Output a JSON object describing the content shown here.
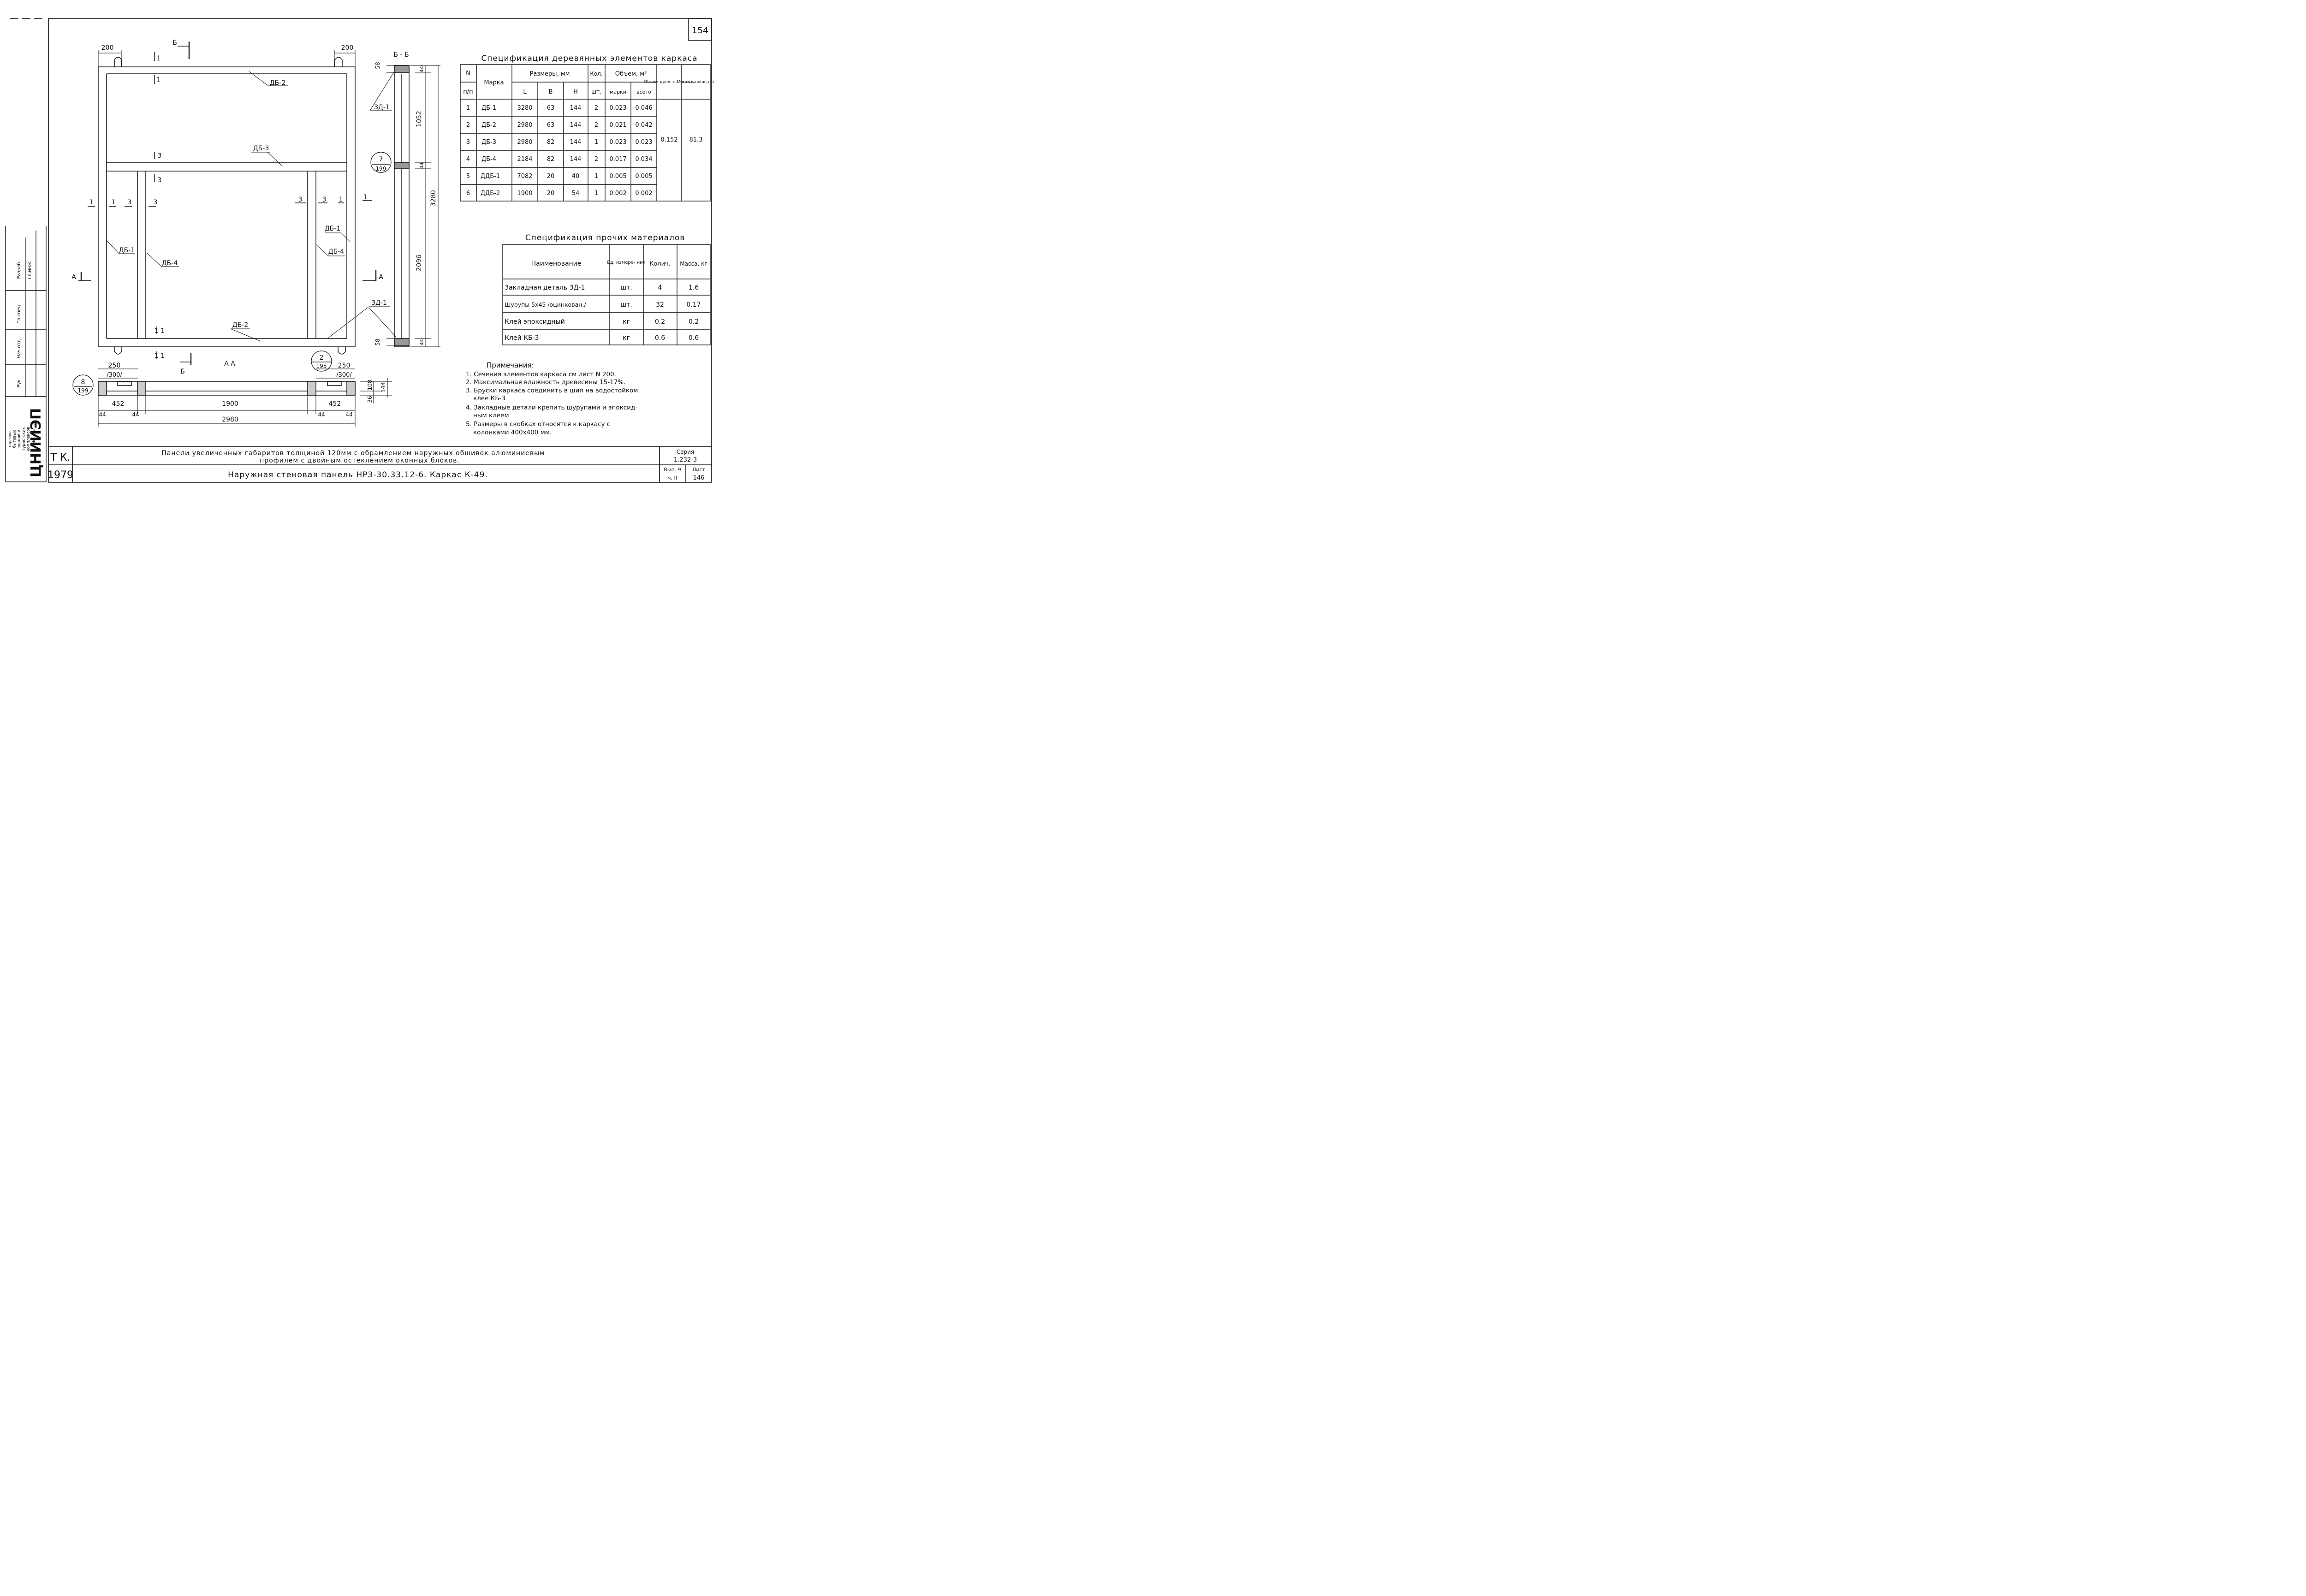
{
  "sheet_no": "154",
  "drawing": {
    "dims": {
      "d200_left": "200",
      "d200_right": "200",
      "d250_left": "250",
      "d300_left": "/300/",
      "d250_right": "250",
      "d300_right": "/300/",
      "d452_left": "452",
      "d1900": "1900",
      "d452_right": "452",
      "d44_a": "44",
      "d44_b": "44",
      "d44_c": "44",
      "d44_d": "44",
      "d2980": "2980",
      "d108": "108",
      "d144": "144",
      "d36": "36",
      "d58_top": "58",
      "d58_bot": "58",
      "d44_top": "44",
      "d44_mid": "44",
      "d44_bot": "44",
      "d1052": "1052",
      "d3280": "3280",
      "d2096": "2096"
    },
    "labels": {
      "db2_top": "ДБ-2",
      "db3": "ДБ-3",
      "db1_left": "ДБ-1",
      "db4_left": "ДБ-4",
      "db1_right": "ДБ-1",
      "db4_right": "ДБ-4",
      "db2_bottom": "ДБ-2",
      "zd1_top": "ЗД-1",
      "zd1_bottom": "ЗД-1",
      "sec_b_top": "Б",
      "sec_b_bottom": "Б",
      "sec_bb": "Б - Б",
      "sec_aa": "А  А",
      "sec_a_left": "А",
      "sec_a_right": "А",
      "m1a": "1",
      "m1b": "1",
      "m3a": "3",
      "m3b": "3",
      "m1c": "1",
      "m1d": "1",
      "m3c": "3",
      "m3d": "3",
      "m3e": "3",
      "m3f": "3",
      "m1e": "1",
      "m1f": "1",
      "m11a": "1 1",
      "m11b": "1 1",
      "callout_7": "7",
      "callout_199a": "199",
      "callout_2": "2",
      "callout_195": "195",
      "callout_8": "8",
      "callout_199b": "199"
    }
  },
  "wood_spec": {
    "title": "Спецификация деревянных элементов каркаса",
    "h_no": "N",
    "h_pp": "п/п",
    "h_mark": "Марка",
    "h_size": "Размеры, мм",
    "h_L": "L",
    "h_B": "В",
    "h_H": "Н",
    "h_qty": "Кол.",
    "h_qty_unit": "шт.",
    "h_vol": "Объем, м³",
    "h_vol_mark": "марки",
    "h_vol_total": "всего",
    "h_vol_frame": "Объем древ. на каркас",
    "h_mass": "Масса каркаса кг",
    "rows": [
      {
        "n": "1",
        "mark": "ДБ-1",
        "L": "3280",
        "B": "63",
        "H": "144",
        "qty": "2",
        "v": "0.023",
        "vt": "0.046"
      },
      {
        "n": "2",
        "mark": "ДБ-2",
        "L": "2980",
        "B": "63",
        "H": "144",
        "qty": "2",
        "v": "0.021",
        "vt": "0.042"
      },
      {
        "n": "3",
        "mark": "ДБ-3",
        "L": "2980",
        "B": "82",
        "H": "144",
        "qty": "1",
        "v": "0.023",
        "vt": "0.023"
      },
      {
        "n": "4",
        "mark": "ДБ-4",
        "L": "2184",
        "B": "82",
        "H": "144",
        "qty": "2",
        "v": "0.017",
        "vt": "0.034"
      },
      {
        "n": "5",
        "mark": "ДДБ-1",
        "L": "7082",
        "B": "20",
        "H": "40",
        "qty": "1",
        "v": "0.005",
        "vt": "0.005"
      },
      {
        "n": "6",
        "mark": "ДДБ-2",
        "L": "1900",
        "B": "20",
        "H": "54",
        "qty": "1",
        "v": "0.002",
        "vt": "0.002"
      }
    ],
    "frame_volume": "0.152",
    "frame_mass": "81.3"
  },
  "other_spec": {
    "title": "Спецификация прочих материалов",
    "h_name": "Наименование",
    "h_unit": "Ед. измере- ния",
    "h_qty": "Колич.",
    "h_mass": "Масса, кг",
    "rows": [
      {
        "name": "Закладная деталь ЗД-1",
        "unit": "шт.",
        "qty": "4",
        "mass": "1.6"
      },
      {
        "name": "Шурупы 5х45 /оцинкован./",
        "unit": "шт.",
        "qty": "32",
        "mass": "0.17"
      },
      {
        "name": "Клей эпоксидный",
        "unit": "кг",
        "qty": "0.2",
        "mass": "0.2"
      },
      {
        "name": "Клей КБ-3",
        "unit": "кг",
        "qty": "0.6",
        "mass": "0.6"
      }
    ]
  },
  "notes": {
    "heading": "Примечания:",
    "items": [
      "1. Сечения элементов каркаса см лист N 200.",
      "2. Максимальная влажность древесины 15-17%.",
      "3. Бруски каркаса соединить в шип на водостойком",
      "клее КБ-3",
      "4. Закладные детали крепить шурупами и эпоксид-",
      "ным клеем",
      "5. Размеры в скобках относятся к каркасу с",
      "колонками 400х400 мм."
    ]
  },
  "stamp": {
    "logo_text": "ЦНИИЭП",
    "org": [
      "ЦНИИЭП",
      "торгово-",
      "бытовых",
      "зданий и",
      "туристских",
      "комплексов",
      "г. Москва"
    ],
    "roles": [
      "Рук.",
      "Гл.инж.",
      "Нач.отд.",
      "Гл.спец.",
      "Разраб."
    ]
  },
  "title_block": {
    "tk": "Т К.",
    "year": "1979",
    "title_line1": "Панели увеличенных габаритов толщиной 120мм с обрамлением наружных обшивок алюминиевым",
    "title_line2": "профилем с двойным остеклением оконных блоков.",
    "title_line3": "Наружная стеновая панель НРЗ-30.33.12-6. Каркас К-49.",
    "series_label": "Серия",
    "series": "1.232-3",
    "issue_label": "Вып. 9",
    "part": "ч. II",
    "sheet_label": "Лист",
    "sheet": "146"
  }
}
